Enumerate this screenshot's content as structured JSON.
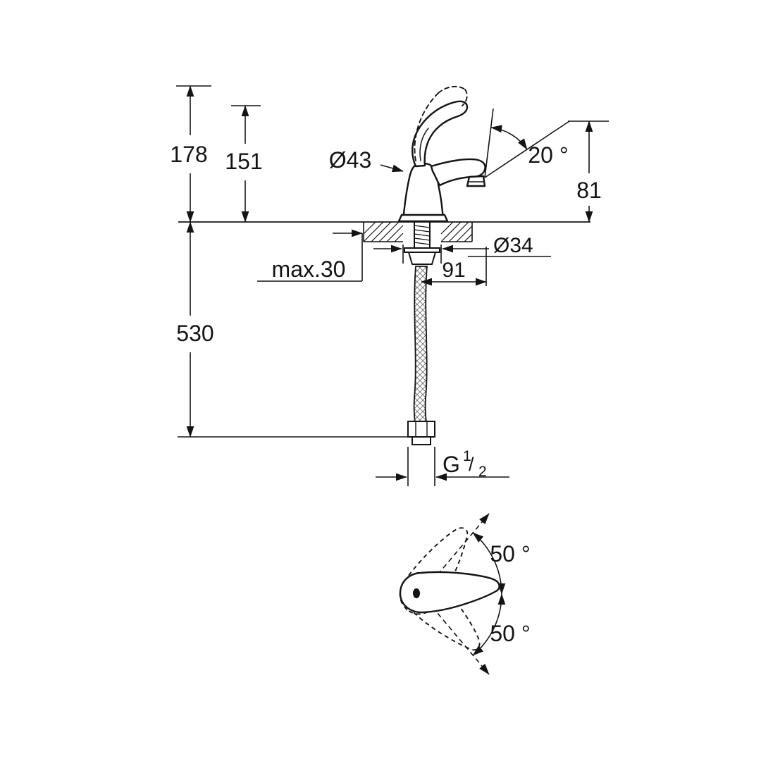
{
  "page": {
    "background": "#ffffff",
    "line_color": "#141414"
  },
  "drawing": {
    "dimensions": {
      "total_height": "178",
      "body_height": "151",
      "body_diameter": "Ø43",
      "spout_angle": "20 °",
      "spout_outlet_height": "81",
      "deck_thickness_max": "max.30",
      "hole_diameter": "Ø34",
      "spout_projection": "91",
      "hose_length": "530",
      "thread_letter": "G",
      "thread_numerator": "1",
      "thread_slash": "/",
      "thread_denominator": "2",
      "handle_swing_upper": "50 °",
      "handle_swing_lower": "50 °"
    }
  }
}
